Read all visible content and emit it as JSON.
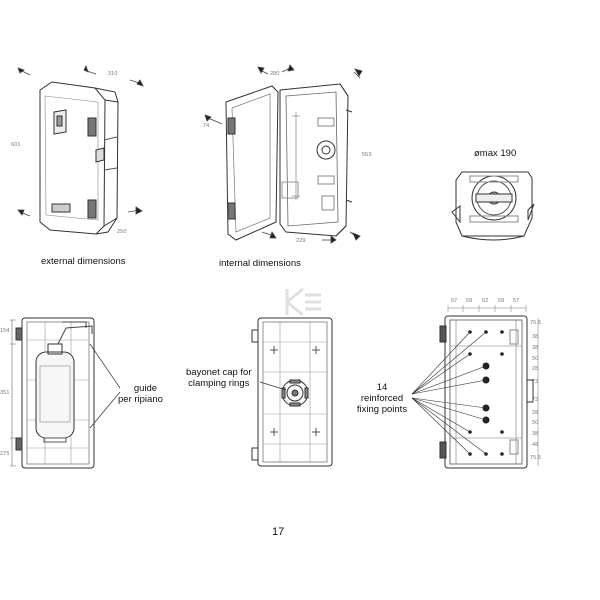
{
  "labels": {
    "external": "external dimensions",
    "internal": "internal dimensions",
    "max_diameter": "ømax 190",
    "guide": [
      "guide",
      "per ripiano"
    ],
    "bayonet": [
      "bayonet cap for",
      "clamping rings"
    ],
    "fixing": [
      "14",
      "reinforced",
      "fixing points"
    ]
  },
  "dimensions": {
    "ext_width": "310",
    "ext_height": "601",
    "ext_depth": "250",
    "int_width": "280",
    "int_door": "74",
    "int_height": "553",
    "int_depth": "229",
    "front_top": "154",
    "front_mid": "351",
    "front_bottom": "275",
    "back_top": [
      "57",
      "59",
      "62",
      "59",
      "57"
    ],
    "back_right": [
      "75.5",
      "38",
      "38",
      "50",
      "28",
      "73",
      "73",
      "28",
      "50",
      "38",
      "48",
      "75.5"
    ]
  },
  "page_number": "17"
}
